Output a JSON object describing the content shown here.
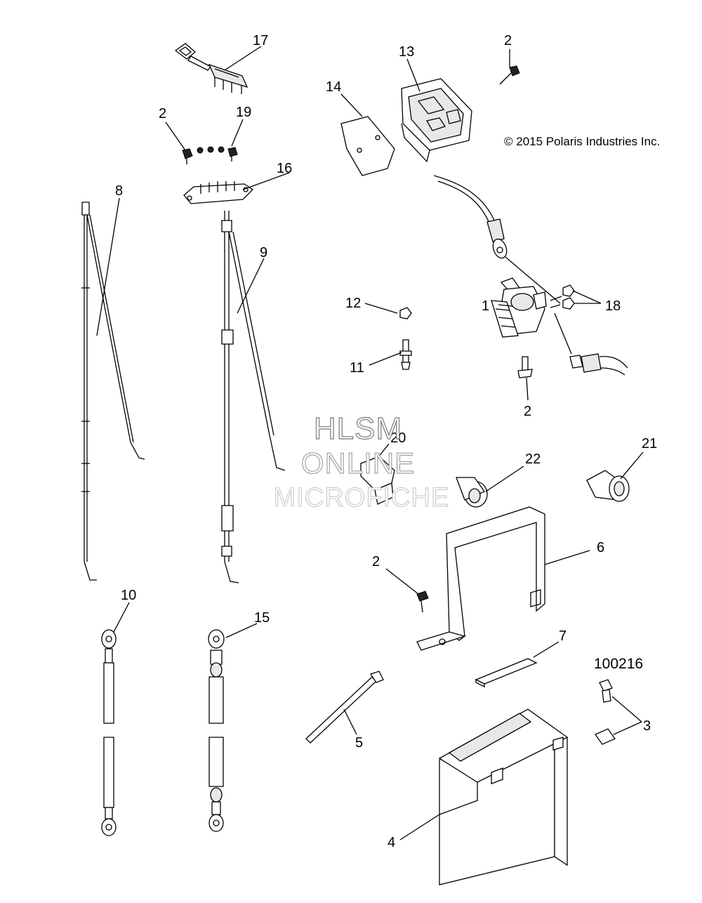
{
  "copyright": "© 2015 Polaris Industries Inc.",
  "figure_number": "100216",
  "watermark": {
    "line1": "HLSM",
    "line2": "ONLINE",
    "line3": "MICROFICHE"
  },
  "callouts": {
    "c1": "1",
    "c2a": "2",
    "c2b": "2",
    "c2c": "2",
    "c2d": "2",
    "c3": "3",
    "c4": "4",
    "c5": "5",
    "c6": "6",
    "c7": "7",
    "c8": "8",
    "c9": "9",
    "c10": "10",
    "c11": "11",
    "c12": "12",
    "c13": "13",
    "c14": "14",
    "c15": "15",
    "c16": "16",
    "c17": "17",
    "c18": "18",
    "c19": "19",
    "c20": "20",
    "c21": "21",
    "c22": "22"
  }
}
